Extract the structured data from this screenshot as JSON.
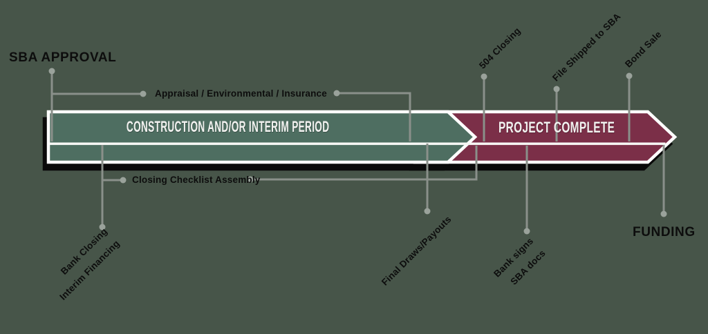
{
  "colors": {
    "background": "#475549",
    "green_segment": "#4E6E61",
    "maroon_segment": "#7B2F48",
    "outline": "#FFFFFF",
    "divider": "#F6F6F4",
    "shadow": "#0A0A0A",
    "connector": "#8A908A",
    "dot": "#9AA29B",
    "label_text": "#0D0D0D",
    "arrow_text": "#F2F2F0"
  },
  "labels": {
    "sba_approval": "SBA APPROVAL",
    "appraisal": "Appraisal / Environmental / Insurance",
    "construction_period": "CONSTRUCTION AND/OR INTERIM PERIOD",
    "project_complete": "PROJECT COMPLETE",
    "closing_504": "504 Closing",
    "file_shipped": "File Shipped to SBA",
    "bond_sale": "Bond Sale",
    "closing_checklist": "Closing Checklist Assembly",
    "bank_closing_1": "Bank Closing",
    "bank_closing_2": "Interim Financing",
    "final_draws": "Final Draws/Payouts",
    "bank_signs_1": "Bank signs",
    "bank_signs_2": "SBA docs",
    "funding": "FUNDING"
  }
}
